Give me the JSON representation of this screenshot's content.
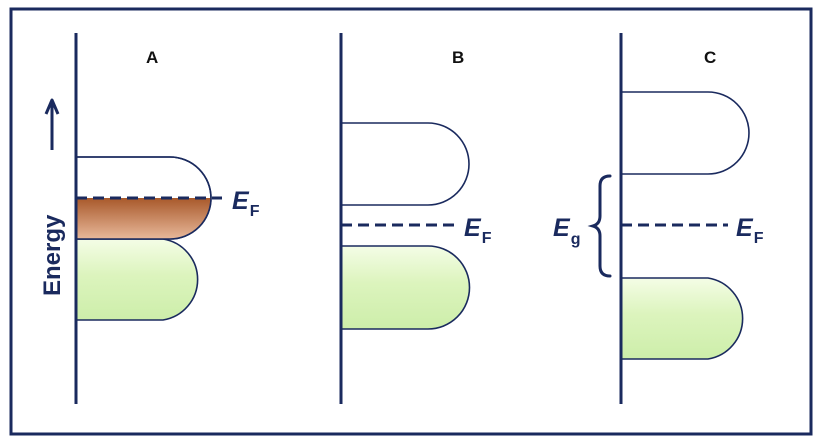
{
  "axis": {
    "label": "Energy"
  },
  "panels": [
    {
      "label": "A",
      "fermi_label": "E",
      "fermi_sub": "F"
    },
    {
      "label": "B",
      "fermi_label": "E",
      "fermi_sub": "F"
    },
    {
      "label": "C",
      "fermi_label": "E",
      "fermi_sub": "F",
      "gap_label": "E",
      "gap_sub": "g"
    }
  ],
  "colors": {
    "line": "#1a2a5e",
    "valence_fill": "#dff5c0",
    "filled_conduction": "#b46a3e",
    "frame": "#1a2a5e"
  }
}
